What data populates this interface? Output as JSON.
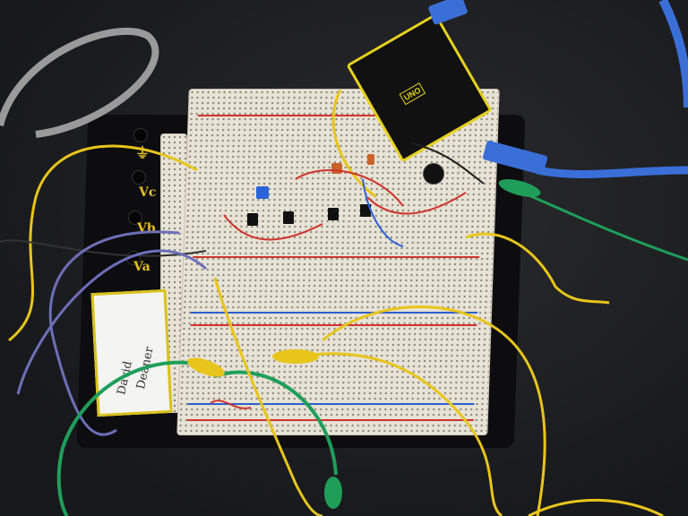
{
  "scene": {
    "description": "Breadboard circuit with Arduino-compatible board, jumper wires and alligator clips",
    "colors": {
      "background": "#1c1d20",
      "breadboard": "#e7e3d6",
      "base_plate": "#0d0d0f",
      "label_yellow": "#e8c020",
      "arduino_frame": "#e6d21c",
      "usb_cable": "#3a6fd8",
      "wire_yellow": "#e8c51a",
      "wire_green": "#1f9e5a",
      "wire_purple": "#6c6fb8",
      "wire_red": "#d0342c"
    }
  },
  "plate_labels": {
    "ground": "⏚",
    "vc": "Vc",
    "vb": "Vb",
    "va": "Va"
  },
  "arduino": {
    "label": "UNO"
  },
  "card": {
    "line1": "David",
    "line2": "Deaner"
  }
}
